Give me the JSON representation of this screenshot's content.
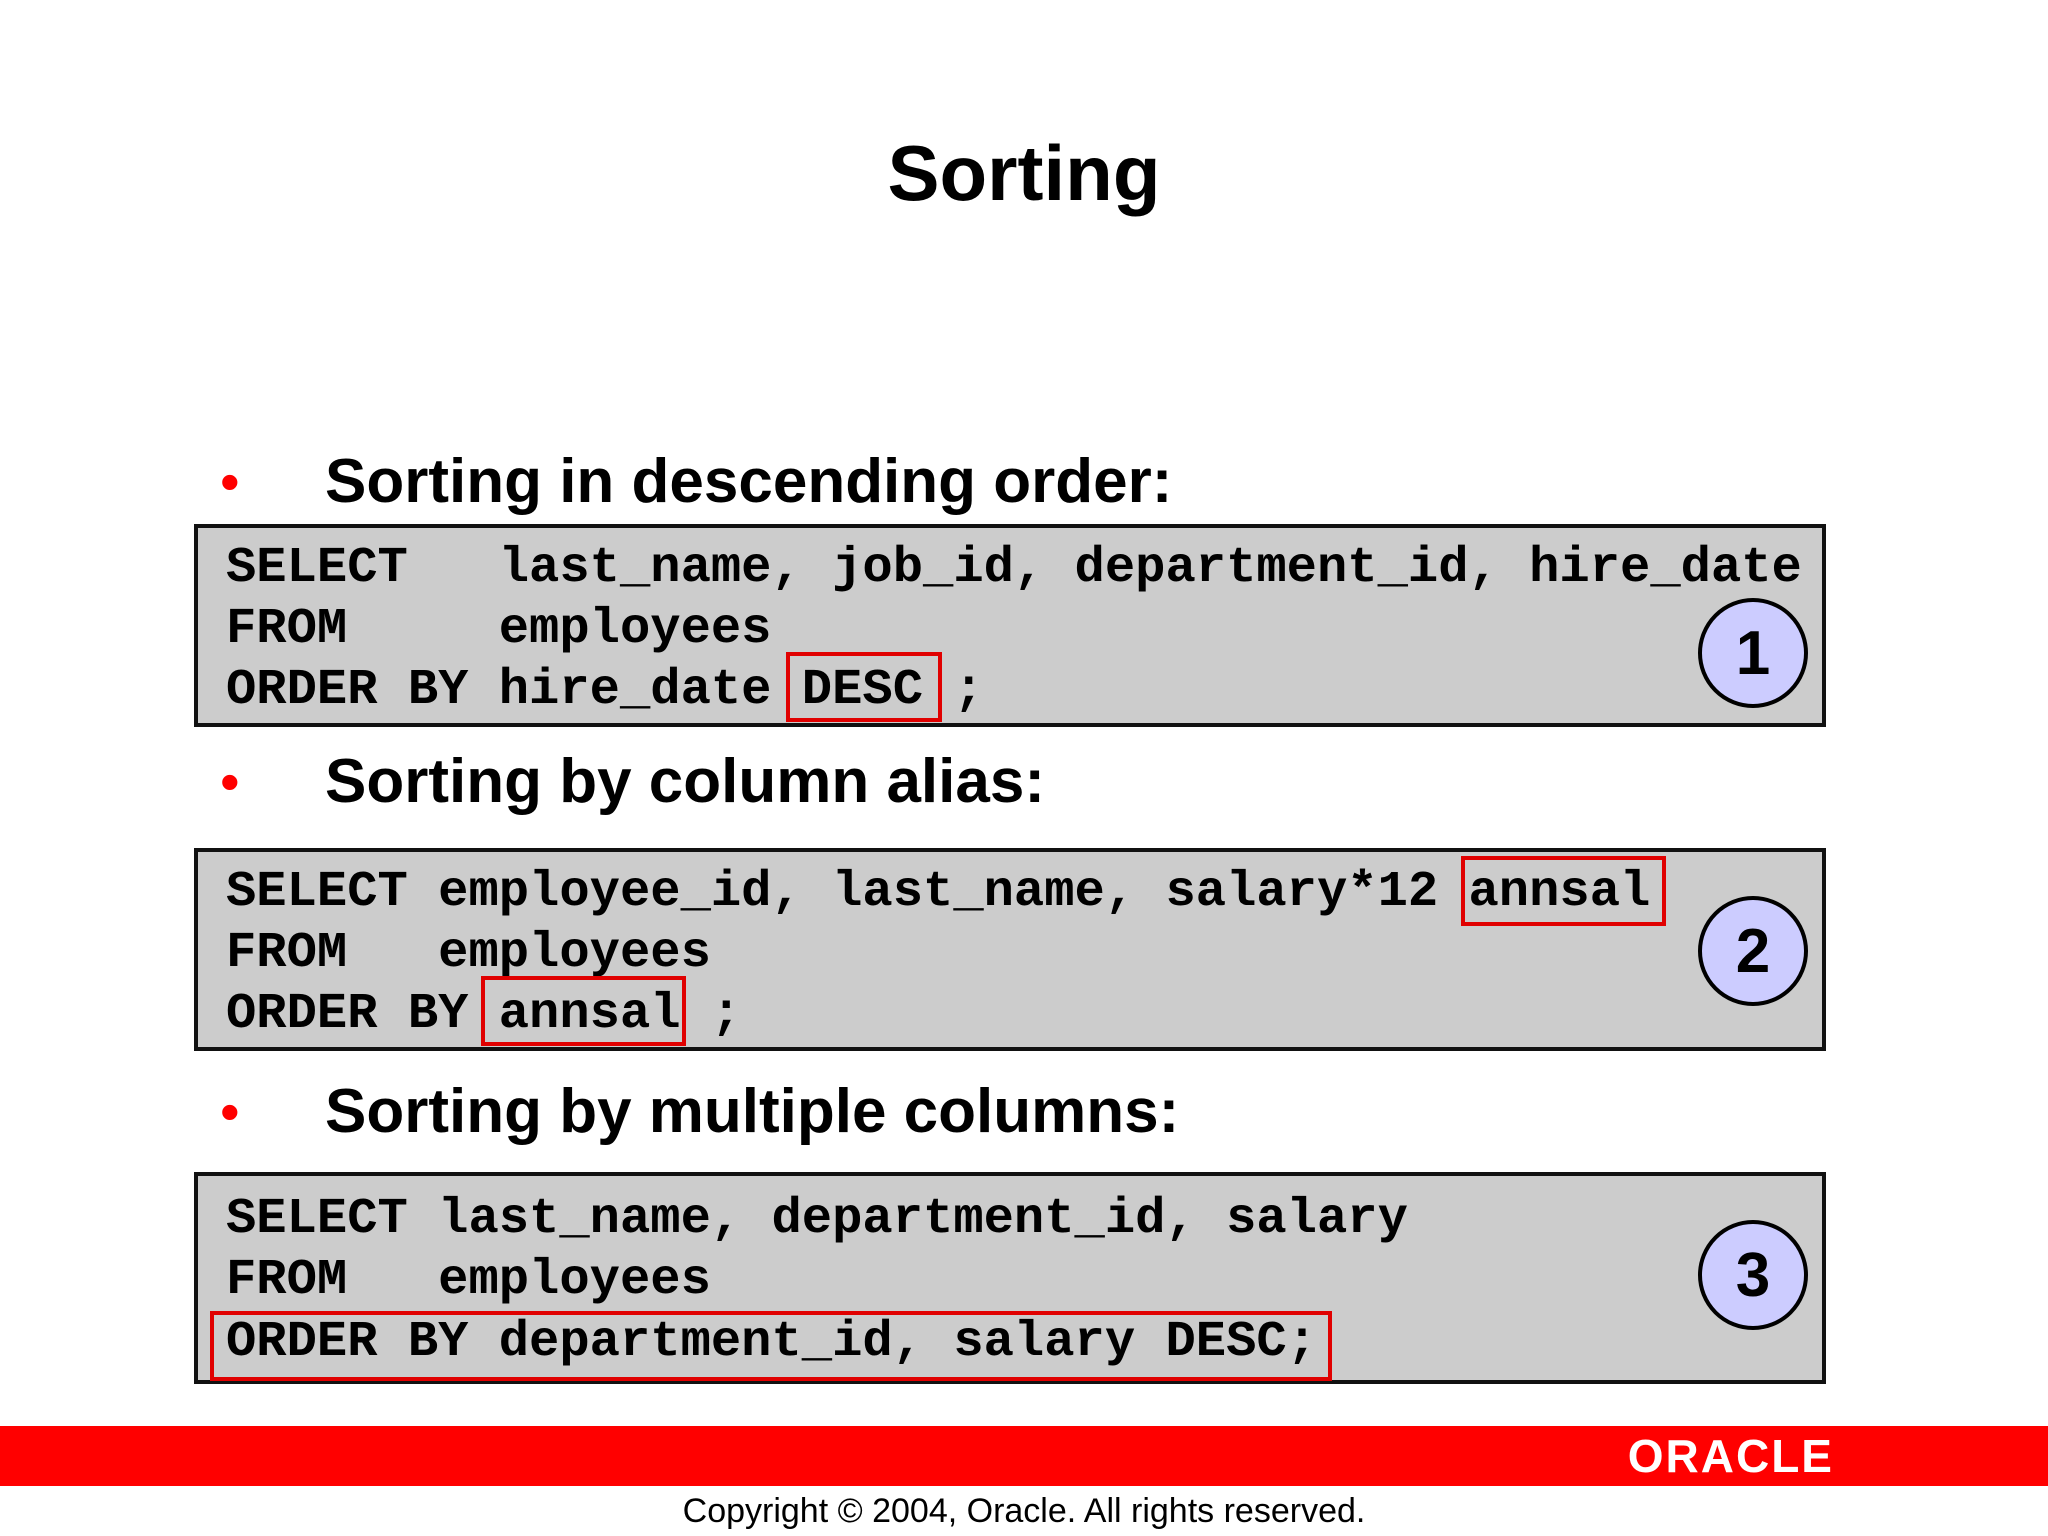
{
  "title": "Sorting",
  "sections": [
    {
      "heading": "Sorting in descending order:",
      "badge": "1",
      "lines": [
        "SELECT   last_name, job_id, department_id, hire_date",
        "FROM     employees",
        "ORDER BY hire_date DESC ;"
      ]
    },
    {
      "heading": "Sorting by column alias:",
      "badge": "2",
      "lines": [
        "SELECT employee_id, last_name, salary*12 annsal",
        "FROM   employees",
        "ORDER BY annsal ;"
      ]
    },
    {
      "heading": "Sorting by multiple columns:",
      "badge": "3",
      "lines": [
        "SELECT last_name, department_id, salary",
        "FROM   employees",
        "ORDER BY department_id, salary DESC;"
      ]
    }
  ],
  "footer": {
    "logo": "ORACLE",
    "copyright": "Copyright © 2004, Oracle.  All rights reserved."
  },
  "colors": {
    "accent": "#ff0000",
    "code_background": "#cccccc",
    "badge_fill": "#ccccff"
  }
}
